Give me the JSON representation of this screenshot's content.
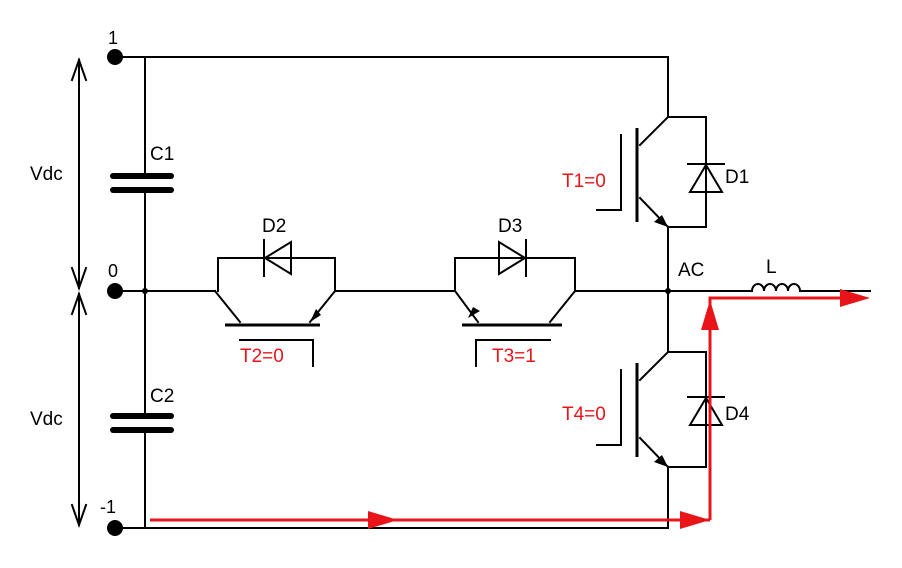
{
  "labels": {
    "node_top": "1",
    "node_mid": "0",
    "node_bottom": "-1",
    "vdc_top": "Vdc",
    "vdc_bottom": "Vdc",
    "c1": "C1",
    "c2": "C2",
    "d1": "D1",
    "d2": "D2",
    "d3": "D3",
    "d4": "D4",
    "t1": "T1=0",
    "t2": "T2=0",
    "t3": "T3=1",
    "t4": "T4=0",
    "ac": "AC",
    "l": "L"
  },
  "colors": {
    "wire": "#000000",
    "current_path": "#e8141a",
    "switch_state": "#e8141a"
  }
}
